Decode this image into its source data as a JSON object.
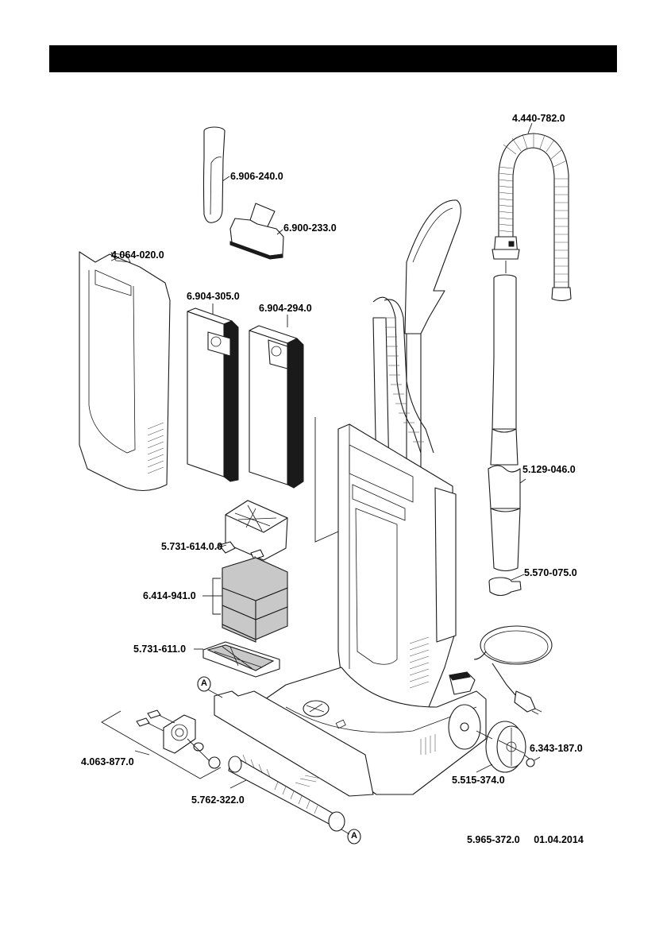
{
  "header": {
    "title": ""
  },
  "diagram": {
    "type": "exploded-parts-diagram",
    "subject": "upright vacuum cleaner",
    "parts": [
      {
        "id": "crevice-nozzle",
        "part_number": "6.906-240.0"
      },
      {
        "id": "upholstery-nozzle",
        "part_number": "6.900-233.0"
      },
      {
        "id": "suction-hose",
        "part_number": "4.440-782.0"
      },
      {
        "id": "front-cover",
        "part_number": "4.064-020.0"
      },
      {
        "id": "filter-bag-paper",
        "part_number": "6.904-305.0"
      },
      {
        "id": "filter-bag-fleece",
        "part_number": "6.904-294.0"
      },
      {
        "id": "suction-tube",
        "part_number": "5.129-046.0"
      },
      {
        "id": "motor-protection-filter-frame",
        "part_number": "5.731-614.0.0"
      },
      {
        "id": "foam-filter-set",
        "part_number": "6.414-941.0"
      },
      {
        "id": "filter-holder",
        "part_number": "5.731-611.0"
      },
      {
        "id": "tube-clip",
        "part_number": "5.570-075.0"
      },
      {
        "id": "brush-roller-bearing-kit",
        "part_number": "4.063-877.0"
      },
      {
        "id": "brush-roller",
        "part_number": "5.762-322.0"
      },
      {
        "id": "wheel",
        "part_number": "5.515-374.0"
      },
      {
        "id": "wheel-cap",
        "part_number": "6.343-187.0"
      }
    ],
    "reference_markers": [
      "A",
      "A"
    ]
  },
  "footer": {
    "document_number": "5.965-372.0",
    "date": "01.04.2014"
  }
}
